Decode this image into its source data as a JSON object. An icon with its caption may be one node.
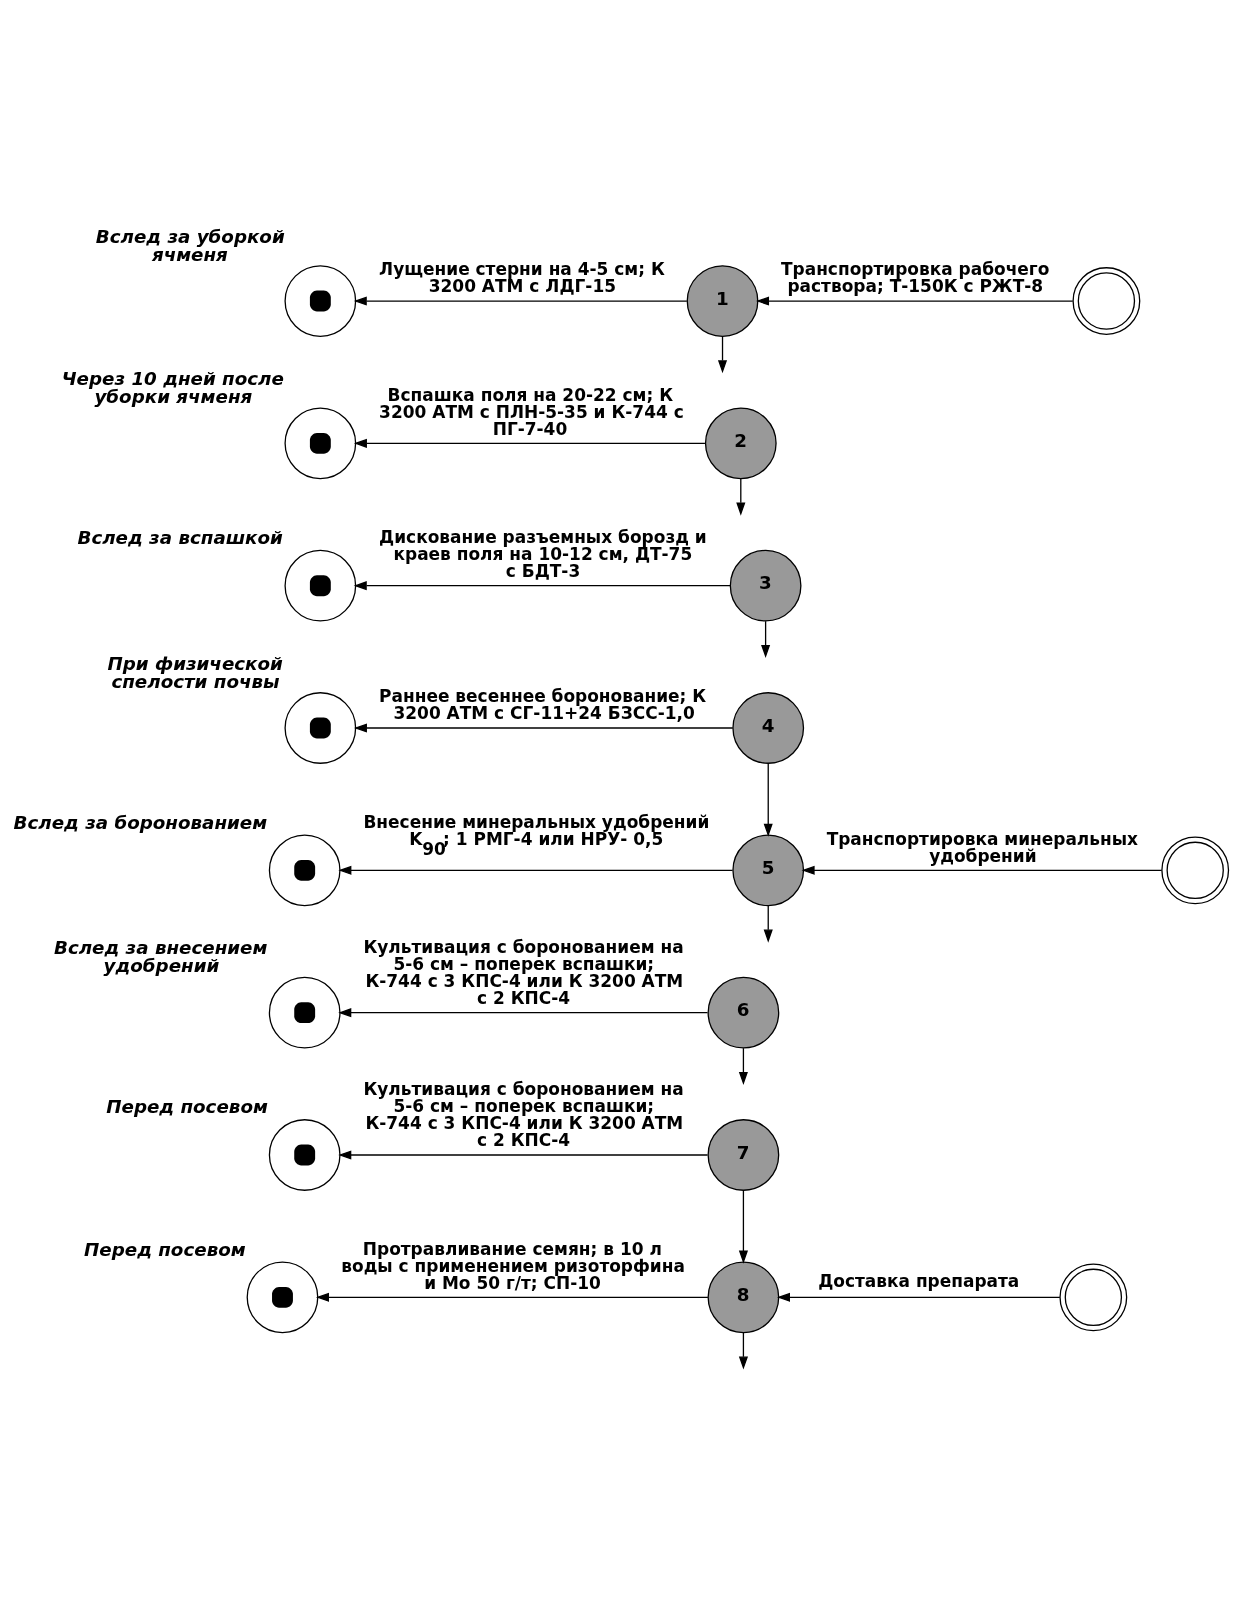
{
  "diagram": {
    "nodes": [
      {
        "text": [],
        "shape": "circle",
        "beside": [
          "Вслед за уборкой ячменя"
        ]
      },
      {
        "text": [
          "1"
        ]
      },
      {
        "text": [],
        "shape": "doublecircle"
      },
      {
        "text": [],
        "shape": "circle",
        "beside": [
          "Через 10 дней после уборки ячменя"
        ]
      },
      {
        "text": [
          "2"
        ]
      },
      {
        "text": [],
        "shape": "circle",
        "beside": [
          "Вслед за вспашкой"
        ]
      },
      {
        "text": [
          "3"
        ]
      },
      {
        "text": [],
        "shape": "circle",
        "beside": [
          "При физической спелости почвы"
        ]
      },
      {
        "text": [
          "4"
        ]
      },
      {
        "text": [],
        "shape": "circle",
        "beside": [
          "Вслед за боронованием"
        ]
      },
      {
        "text": [
          "5"
        ]
      },
      {
        "text": [],
        "shape": "doublecircle"
      },
      {
        "text": [],
        "shape": "circle",
        "beside": [
          "Вслед за внесением удобрений"
        ]
      },
      {
        "text": [
          "6"
        ]
      },
      {
        "text": [],
        "shape": "circle",
        "beside": [
          "Перед посевом"
        ]
      },
      {
        "text": [
          "7"
        ]
      },
      {
        "text": [],
        "shape": "circle",
        "beside": [
          "Перед посевом"
        ]
      },
      {
        "text": [
          "8"
        ]
      },
      {
        "text": [],
        "shape": "doublecircle"
      }
    ],
    "edges": [
      {
        "from": 2,
        "to": 1,
        "arrow": "to",
        "label": "Транспортировка рабочего раствора; Т-150К с РЖТ-8"
      },
      {
        "from": 1,
        "to": 0,
        "arrow": "to",
        "label": "Лущение стерни на 4-5 см; К 3200 АТМ с ЛДГ-15"
      },
      {
        "from": 1,
        "to": null,
        "arrow": "to"
      },
      {
        "from": 4,
        "to": 3,
        "arrow": "to",
        "label": "Вспашка поля на 20-22 см; К 3200 АТМ с ПЛН-5-35 и К-744 с ПГ-7-40"
      },
      {
        "from": 4,
        "to": null,
        "arrow": "to"
      },
      {
        "from": 6,
        "to": 5,
        "arrow": "to",
        "label": "Дискование разъемных борозд и краев поля на 10-12 см, ДТ-75 с БДТ-3"
      },
      {
        "from": 6,
        "to": null,
        "arrow": "to"
      },
      {
        "from": 8,
        "to": 7,
        "arrow": "to",
        "label": "Раннее весеннее боронование; К 3200 АТМ с СГ-11+24 БЗСС-1,0"
      },
      {
        "from": 8,
        "to": 10,
        "arrow": "to"
      },
      {
        "from": 10,
        "to": 9,
        "arrow": "to",
        "label": "Внесение минеральных удобрений K$_{90}$; 1 РМГ-4 или НРУ- 0,5"
      },
      {
        "from": 11,
        "to": 10,
        "arrow": "to",
        "label": "Транспортировка минеральных удобрений"
      },
      {
        "from": 10,
        "to": null,
        "arrow": "to"
      },
      {
        "from": 13,
        "to": 12,
        "arrow": "to",
        "label": "Культивация с боронованием на 5-6 см – поперек вспашки; К-744 с 3 КПС-4 или К 3200 АТМ с 2 КПС-4"
      },
      {
        "from": 13,
        "to": null,
        "arrow": "to"
      },
      {
        "from": 15,
        "to": 14,
        "arrow": "to",
        "label": "Культивация с боронованием на 5-6 см – поперек вспашки; К-744 с 3 КПС-4 или К 3200 АТМ с 2 КПС-4"
      },
      {
        "from": 15,
        "to": 17,
        "arrow": "to"
      },
      {
        "from": 17,
        "to": 16,
        "arrow": "to",
        "label": "Протравливание семян; в 10 л воды с применением ризоторфина и Mo 50 г/т; СП-10"
      },
      {
        "from": 18,
        "to": 17,
        "arrow": "to",
        "label": "Доставка препарата"
      },
      {
        "from": 17,
        "to": null,
        "arrow": "to"
      }
    ]
  }
}
